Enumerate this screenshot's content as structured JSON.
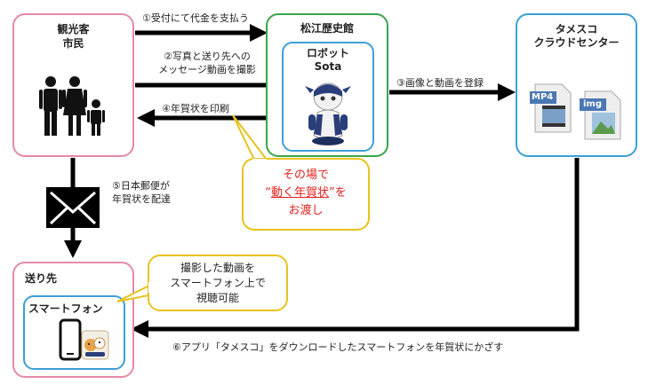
{
  "tourist_box": {
    "line1": "観光客",
    "line2": "市民"
  },
  "museum_box": {
    "title": "松江歴史館",
    "robot_line1": "ロボット",
    "robot_line2": "Sota"
  },
  "cloud_box": {
    "line1": "タメスコ",
    "line2": "クラウドセンター",
    "mp4_label": "MP4",
    "img_label": "img"
  },
  "recipient_box": {
    "title": "送り先",
    "smartphone": "スマートフォン"
  },
  "steps": {
    "s1": "①受付にて代金を支払う",
    "s2_line1": "②写真と送り先への",
    "s2_line2": "メッセージ動画を撮影",
    "s3": "③画像と動画を登録",
    "s4": "④年賀状を印刷",
    "s5_line1": "⑤日本郵便が",
    "s5_line2": "年賀状を配達",
    "s6": "⑥アプリ「タメスコ」をダウンロードしたスマートフォンを年賀状にかざす"
  },
  "callout_handover": {
    "line1": "その場で",
    "line2_quote_open": "“",
    "line2_emph": "動く年賀状",
    "line2_quote_close": "”",
    "line2_suffix": "を",
    "line3": "お渡し"
  },
  "callout_view": {
    "line1": "撮影した動画を",
    "line2": "スマートフォン上で",
    "line3": "視聴可能"
  },
  "colors": {
    "pink": "#e58aa9",
    "green": "#3aa54a",
    "blue": "#3d9fd6",
    "yellow": "#e8c21c",
    "red": "#e0201c"
  }
}
